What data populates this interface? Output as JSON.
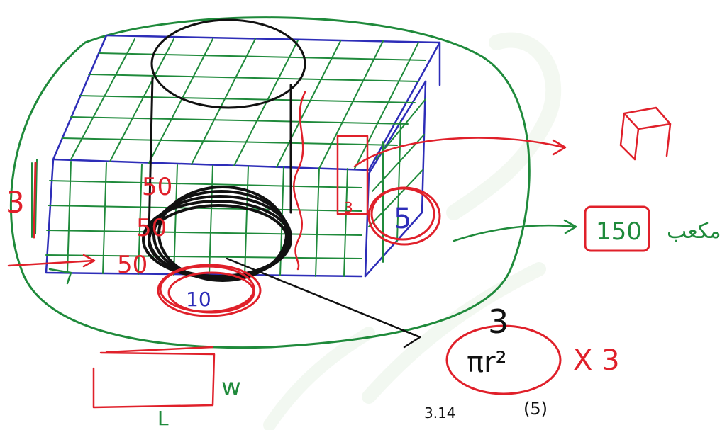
{
  "colors": {
    "background": "#ffffff",
    "watermark": "#e9f3e6",
    "green_ink": "#1f8a3b",
    "blue_ink": "#2d2db8",
    "black_ink": "#111111",
    "red_ink": "#e0202a"
  },
  "labels": {
    "side_height": "3",
    "dim_50_top": "50",
    "dim_50_mid": "50",
    "dim_50_left": "50",
    "small_3": "3",
    "circle_5": "5",
    "circle_10": "10",
    "box_150": "150",
    "arabic_cube": "مكعب",
    "times_3": "X 3",
    "pi_value": "3.14",
    "radius_5": "(5)",
    "rect_w": "w",
    "rect_l": "L",
    "pi_r2": "πr²",
    "number_3_above": "3"
  }
}
